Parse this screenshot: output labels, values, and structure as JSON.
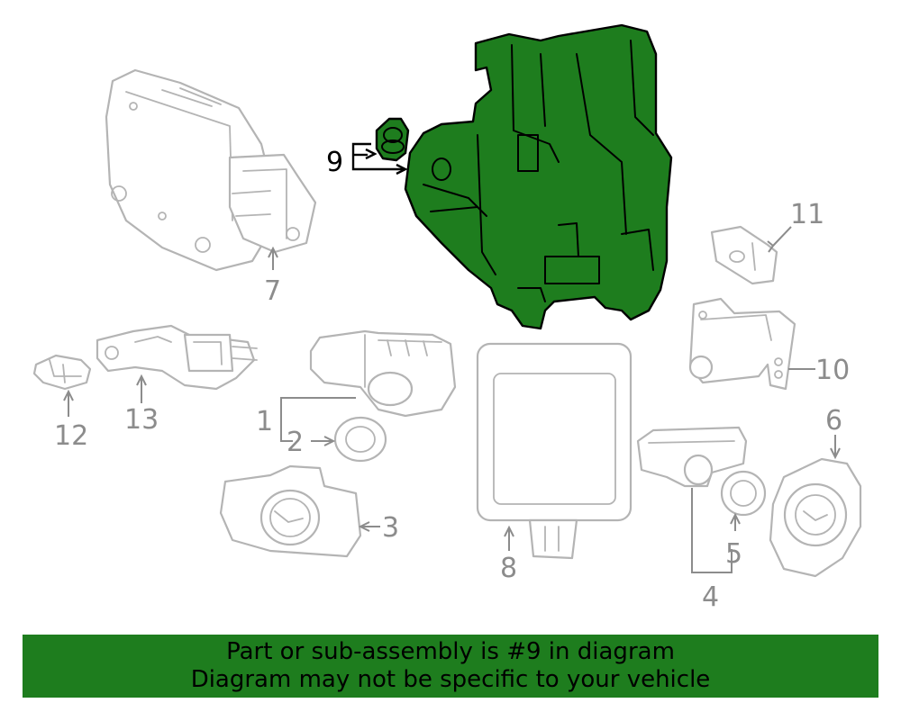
{
  "callouts": {
    "c1": "1",
    "c2": "2",
    "c3": "3",
    "c4": "4",
    "c5": "5",
    "c6": "6",
    "c7": "7",
    "c8": "8",
    "c9": "9",
    "c10": "10",
    "c11": "11",
    "c12": "12",
    "c13": "13"
  },
  "highlight": {
    "part_number": "9",
    "color": "#1e7d1e"
  },
  "banner": {
    "line1": "Part or sub-assembly is #9 in diagram",
    "line2": "Diagram may not be specific to your vehicle",
    "background": "#1e7d1e"
  }
}
